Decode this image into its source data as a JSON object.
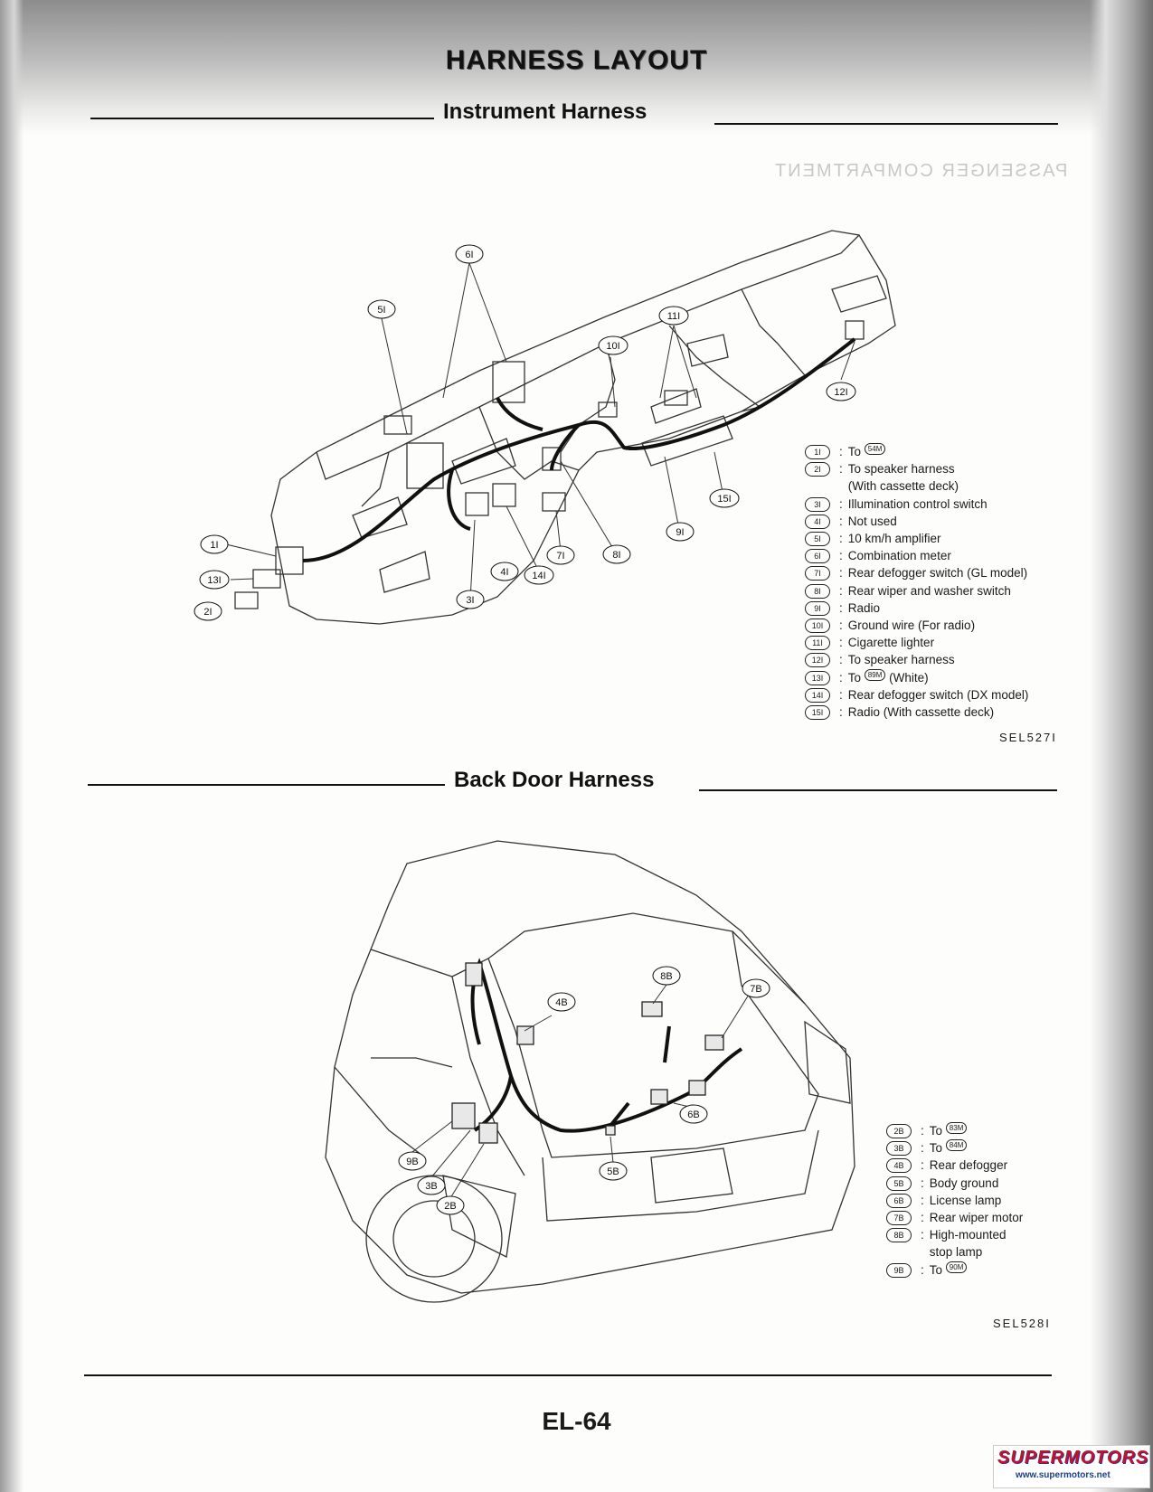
{
  "header": {
    "title": "HARNESS LAYOUT"
  },
  "instrument": {
    "title": "Instrument Harness",
    "ghost_text": "PASSENGER COMPARTMENT",
    "figure_code": "SEL527I",
    "callouts": [
      "1I",
      "2I",
      "3I",
      "4I",
      "5I",
      "6I",
      "7I",
      "8I",
      "9I",
      "10I",
      "11I",
      "12I",
      "13I",
      "14I",
      "15I"
    ],
    "legend": [
      {
        "code": "1I",
        "desc": "To",
        "ref": "54M"
      },
      {
        "code": "2I",
        "desc": "To speaker harness\n(With cassette deck)"
      },
      {
        "code": "3I",
        "desc": "Illumination control switch"
      },
      {
        "code": "4I",
        "desc": "Not used"
      },
      {
        "code": "5I",
        "desc": "10 km/h amplifier"
      },
      {
        "code": "6I",
        "desc": "Combination meter"
      },
      {
        "code": "7I",
        "desc": "Rear defogger switch (GL model)"
      },
      {
        "code": "8I",
        "desc": "Rear wiper and washer switch"
      },
      {
        "code": "9I",
        "desc": "Radio"
      },
      {
        "code": "10I",
        "desc": "Ground wire (For radio)"
      },
      {
        "code": "11I",
        "desc": "Cigarette lighter"
      },
      {
        "code": "12I",
        "desc": "To speaker harness"
      },
      {
        "code": "13I",
        "desc": "To",
        "ref": "89M",
        "suffix": "(White)"
      },
      {
        "code": "14I",
        "desc": "Rear defogger switch (DX model)"
      },
      {
        "code": "15I",
        "desc": "Radio (With cassette deck)"
      }
    ]
  },
  "backdoor": {
    "title": "Back Door Harness",
    "figure_code": "SEL528I",
    "callouts": [
      "2B",
      "3B",
      "4B",
      "5B",
      "6B",
      "7B",
      "8B",
      "9B"
    ],
    "legend": [
      {
        "code": "2B",
        "desc": "To",
        "ref": "83M"
      },
      {
        "code": "3B",
        "desc": "To",
        "ref": "84M"
      },
      {
        "code": "4B",
        "desc": "Rear defogger"
      },
      {
        "code": "5B",
        "desc": "Body ground"
      },
      {
        "code": "6B",
        "desc": "License lamp"
      },
      {
        "code": "7B",
        "desc": "Rear wiper motor"
      },
      {
        "code": "8B",
        "desc": "High-mounted\nstop lamp"
      },
      {
        "code": "9B",
        "desc": "To",
        "ref": "90M"
      }
    ]
  },
  "footer": {
    "page_number": "EL-64"
  },
  "watermark": {
    "brand": "SUPERMOTORS",
    "url": "www.supermotors.net"
  }
}
